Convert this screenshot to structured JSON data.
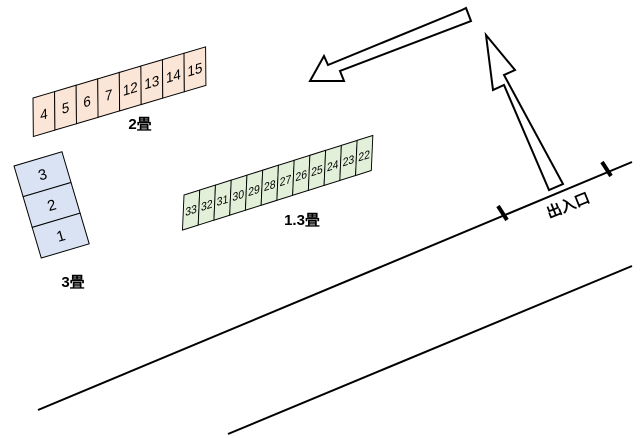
{
  "colors": {
    "orange_fill": "#fbe5d6",
    "blue_fill": "#dae3f3",
    "green_fill": "#e2f0d9",
    "stroke": "#000000"
  },
  "groups": {
    "two_tatami": {
      "label": "2畳",
      "slots": [
        "4",
        "5",
        "6",
        "7",
        "12",
        "13",
        "14",
        "15"
      ]
    },
    "three_tatami": {
      "label": "3畳",
      "slots": [
        "3",
        "2",
        "1"
      ]
    },
    "one_three_tatami": {
      "label": "1.3畳",
      "slots": [
        "33",
        "32",
        "31",
        "30",
        "29",
        "28",
        "27",
        "26",
        "25",
        "24",
        "23",
        "22"
      ]
    }
  },
  "entrance": {
    "label": "出入口"
  }
}
